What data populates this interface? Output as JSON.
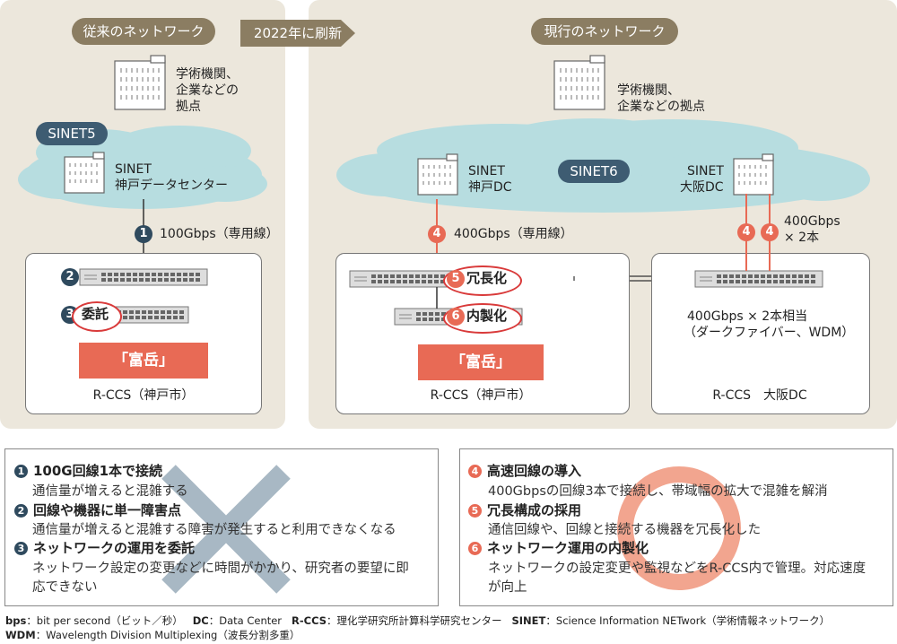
{
  "header": {
    "left_title": "従来のネットワーク",
    "middle_arrow": "2022年に刷新",
    "right_title": "現行のネットワーク"
  },
  "left": {
    "building_label": [
      "学術機関、",
      "企業などの",
      "拠点"
    ],
    "sinet": "SINET5",
    "dc_label": [
      "SINET",
      "神戸データセンター"
    ],
    "link_badge": "1",
    "link_label": "100Gbps（専用線）",
    "badge2": "2",
    "badge3": "3",
    "oval3_label": "委託",
    "fugaku": "「富岳」",
    "rccs_label": "R-CCS（神戸市）"
  },
  "right": {
    "building_label": [
      "学術機関、",
      "企業などの拠点"
    ],
    "sinet": "SINET6",
    "kobe_dc": [
      "SINET",
      "神戸DC"
    ],
    "osaka_dc": [
      "SINET",
      "大阪DC"
    ],
    "badge4": "4",
    "link_label": "400Gbps（専用線）",
    "osaka_link_label": [
      "400Gbps",
      "× 2本"
    ],
    "badge5": "5",
    "oval5_label": "冗長化",
    "badge6": "6",
    "oval6_label": "内製化",
    "dark_fiber": [
      "400Gbps × 2本相当",
      "（ダークファイバー、WDM）"
    ],
    "fugaku": "「富岳」",
    "rccs_kobe": "R-CCS（神戸市）",
    "rccs_osaka": "R-CCS　大阪DC"
  },
  "old_box": {
    "items": [
      {
        "num": "1",
        "title": "100G回線1本で接続",
        "desc": [
          "通信量が増えると混雑する"
        ]
      },
      {
        "num": "2",
        "title": "回線や機器に単一障害点",
        "desc": [
          "通信量が増えると混雑する障害が発生すると利用できなくなる"
        ]
      },
      {
        "num": "3",
        "title": "ネットワークの運用を委託",
        "desc": [
          "ネットワーク設定の変更などに時間がかかり、研究者の要望に即",
          "応できない"
        ]
      }
    ]
  },
  "new_box": {
    "items": [
      {
        "num": "4",
        "title": "高速回線の導入",
        "desc": [
          "400Gbpsの回線3本で接続し、帯域幅の拡大で混雑を解消"
        ]
      },
      {
        "num": "5",
        "title": "冗長構成の採用",
        "desc": [
          "通信回線や、回線と接続する機器を冗長化した"
        ]
      },
      {
        "num": "6",
        "title": "ネットワーク運用の内製化",
        "desc": [
          "ネットワークの設定変更や監視などをR-CCS内で管理。対応速度",
          "が向上"
        ]
      }
    ]
  },
  "footnote": {
    "line1": [
      {
        "key": "bps",
        "val": "：bit per second（ビット／秒）"
      },
      {
        "key": "DC",
        "val": "：Data Center"
      },
      {
        "key": "R-CCS",
        "val": "：理化学研究所計算科学研究センター"
      },
      {
        "key": "SINET",
        "val": "：Science Information NETwork（学術情報ネットワーク）"
      }
    ],
    "line2": [
      {
        "key": "WDM",
        "val": "：Wavelength Division Multiplexing（波長分割多重）"
      }
    ]
  },
  "colors": {
    "panel": "#ece7dc",
    "pill": "#8b7d62",
    "cloud": "#b7dde0",
    "dark_badge": "#2f4a5e",
    "orange": "#e86a55",
    "oval_red": "#d93a3a",
    "cross": "#a8b8c4",
    "circle": "#f2a58f"
  },
  "icons": [
    "building-icon",
    "switch-icon",
    "cloud-shape",
    "cross-mark",
    "circle-mark"
  ]
}
